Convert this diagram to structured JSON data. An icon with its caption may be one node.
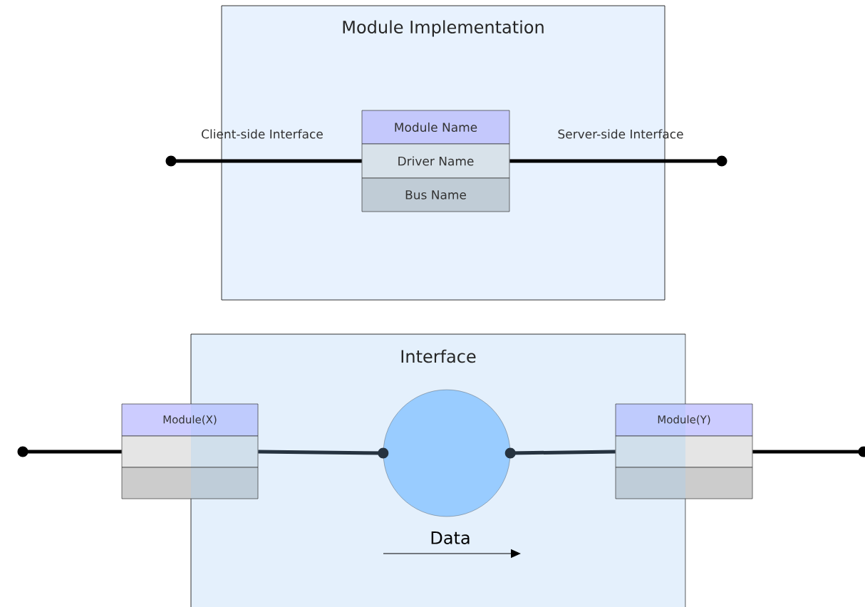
{
  "diagram": {
    "nodes": [
      {
        "text": [
          "Module Implementation"
        ]
      },
      {
        "text": [
          "Module Name"
        ],
        "in": 0
      },
      {
        "text": [
          "Driver Name"
        ],
        "in": 0
      },
      {
        "text": [
          "Bus Name"
        ],
        "in": 0
      },
      {
        "text": [
          "Interface"
        ]
      },
      {
        "text": [
          "Module(X)"
        ]
      },
      {
        "text": [],
        "shape": "box"
      },
      {
        "text": [],
        "shape": "box"
      },
      {
        "text": [],
        "shape": "circle",
        "in": 4
      },
      {
        "text": [
          "Module(Y)"
        ]
      },
      {
        "text": [],
        "shape": "box"
      },
      {
        "text": [],
        "shape": "box"
      }
    ],
    "edges": [
      {
        "from": null,
        "to": 2,
        "arrow": "other",
        "label": "Client-side Interface"
      },
      {
        "from": 2,
        "to": null,
        "arrow": "other",
        "label": "Server-side Interface"
      },
      {
        "from": null,
        "to": 6,
        "arrow": "other"
      },
      {
        "from": 6,
        "to": 8,
        "arrow": "other",
        "color": "#263340"
      },
      {
        "from": 8,
        "to": 10,
        "arrow": "other",
        "color": "#263340"
      },
      {
        "from": 10,
        "to": null,
        "arrow": "other"
      }
    ],
    "labels": [
      "Data"
    ]
  }
}
